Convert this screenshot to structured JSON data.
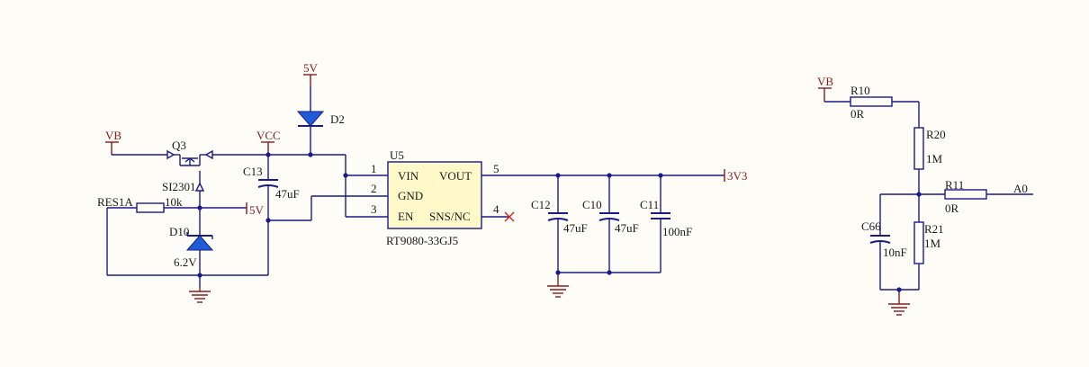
{
  "power_labels": {
    "vb_left": "VB",
    "vcc": "VCC",
    "five_v_top": "5V",
    "five_v_left": "5V",
    "three_v3": "3V3",
    "vb_right": "VB",
    "a0": "A0"
  },
  "components": {
    "q3": {
      "ref": "Q3",
      "value": "SI2301"
    },
    "d2": {
      "ref": "D2"
    },
    "d10": {
      "ref": "D10",
      "value": "6.2V"
    },
    "res1a": {
      "ref": "RES1A",
      "value": "10k"
    },
    "c13": {
      "ref": "C13",
      "value": "47uF"
    },
    "u5": {
      "ref": "U5",
      "value": "RT9080-33GJ5",
      "pins": [
        {
          "num": "1",
          "name": "VIN"
        },
        {
          "num": "2",
          "name": "GND"
        },
        {
          "num": "3",
          "name": "EN"
        },
        {
          "num": "5",
          "name": "VOUT"
        },
        {
          "num": "4",
          "name": "SNS/NC"
        }
      ]
    },
    "c12": {
      "ref": "C12",
      "value": "47uF"
    },
    "c10": {
      "ref": "C10",
      "value": "47uF"
    },
    "c11": {
      "ref": "C11",
      "value": "100nF"
    },
    "r10": {
      "ref": "R10",
      "value": "0R"
    },
    "r20": {
      "ref": "R20",
      "value": "1M"
    },
    "r11": {
      "ref": "R11",
      "value": "0R"
    },
    "r21": {
      "ref": "R21",
      "value": "1M"
    },
    "c66": {
      "ref": "C66",
      "value": "10nF"
    }
  }
}
